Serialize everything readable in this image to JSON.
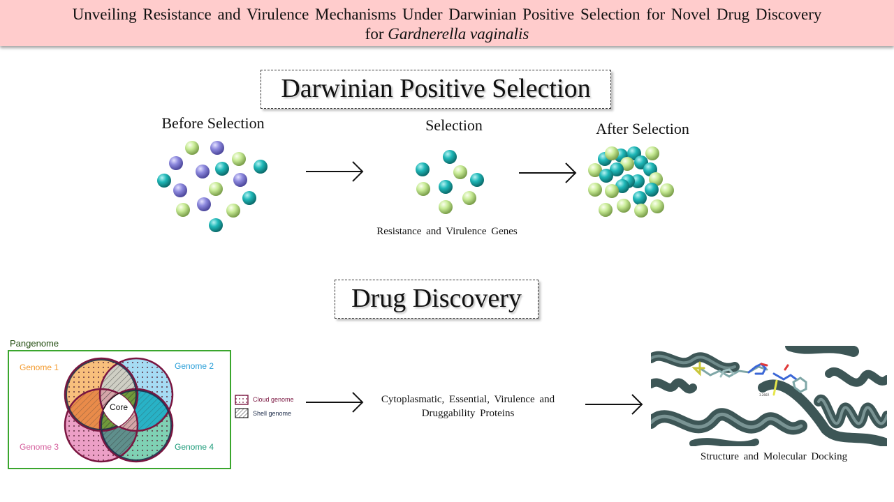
{
  "header": {
    "title_line1": "Unveiling  Resistance  and  Virulence  Mechanisms  Under  Darwinian  Positive  Selection  for  Novel  Drug  Discovery",
    "title_line2_prefix": "for ",
    "title_line2_italic": "Gardnerella vaginalis",
    "background_color": "#ffcccc"
  },
  "selection_section": {
    "heading": "Darwinian Positive Selection",
    "stages": {
      "before": "Before Selection",
      "selection": "Selection",
      "after": "After Selection"
    },
    "caption": "Resistance  and  Virulence  Genes",
    "sphere_colors": {
      "purple": "#8c88dd",
      "teal": "#1fb8b8",
      "green": "#c8eb96"
    }
  },
  "drug_section": {
    "heading": "Drug Discovery",
    "pangenome": {
      "label": "Pangenome",
      "core_label": "Core",
      "genomes": [
        "Genome 1",
        "Genome 2",
        "Genome 3",
        "Genome 4"
      ],
      "genome_colors": [
        "#f39a2d",
        "#2a9fd8",
        "#d5609d",
        "#1a9a78"
      ],
      "legend": {
        "cloud": "Cloud genome",
        "shell": "Shell genome"
      },
      "border_color": "#3aa62d"
    },
    "proteins_caption_line1": "Cytoplasmatic,  Essential,  Virulence  and",
    "proteins_caption_line2": "Druggability  Proteins",
    "docking_caption": "Structure  and  Molecular  Docking",
    "docking_distance_label": "3.266Å"
  }
}
